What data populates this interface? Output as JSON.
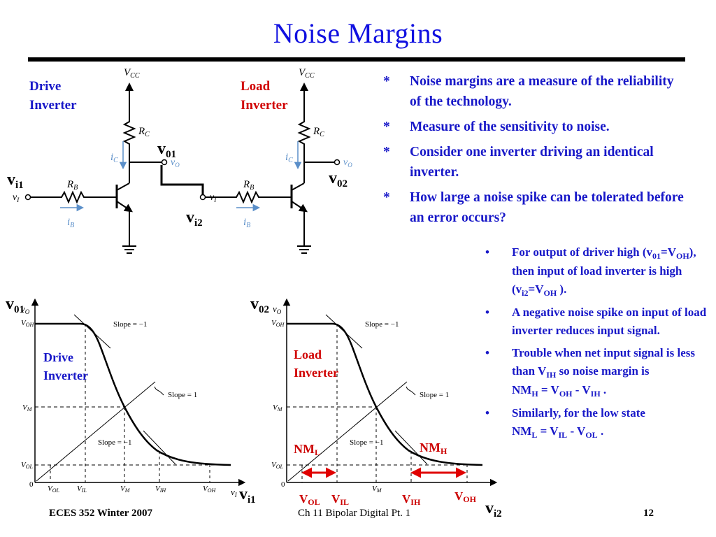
{
  "title": "Noise  Margins",
  "circuits": {
    "drive": {
      "label_line1": "Drive",
      "label_line2": "Inverter"
    },
    "load": {
      "label_line1": "Load",
      "label_line2": "Inverter"
    },
    "vcc": "V",
    "vcc_sub": "CC",
    "rc": "R",
    "rc_sub": "C",
    "rb": "R",
    "rb_sub": "B",
    "ic": "i",
    "ic_sub": "C",
    "ib": "i",
    "ib_sub": "B",
    "vo": "v",
    "vo_sub": "O",
    "vi": "v",
    "vi_sub": "I",
    "node_v01": {
      "main": "v",
      "sub": "01"
    },
    "node_vi1": {
      "main": "v",
      "sub": "i1"
    },
    "node_vi2": {
      "main": "v",
      "sub": "i2"
    },
    "node_v02": {
      "main": "v",
      "sub": "02"
    }
  },
  "main_bullets": [
    {
      "marker": "*",
      "text": "Noise margins are a measure of the reliability of the technology."
    },
    {
      "marker": "*",
      "text": "Measure of the sensitivity to noise."
    },
    {
      "marker": "*",
      "text": "Consider one inverter driving an identical inverter."
    },
    {
      "marker": "*",
      "text": "How large a noise spike can be tolerated before an error occurs?"
    }
  ],
  "sub_bullets": {
    "marker": "•",
    "b1": {
      "t1": "For output of driver high (v",
      "s1": "01",
      "t2": "=V",
      "s2": "OH",
      "t3": "), then input of load inverter is high (v",
      "s3": "i2",
      "t4": "=V",
      "s4": "OH",
      "t5": " )."
    },
    "b2": {
      "t1": "A negative noise spike on input of load inverter reduces input signal."
    },
    "b3": {
      "t1": "Trouble when net input signal is less than V",
      "s1": "IH",
      "t2": " so noise margin is",
      "t3": "NM",
      "s2": "H",
      "t4": " = V",
      "s3": "OH",
      "t5": " - V",
      "s4": "IH",
      "t6": " ."
    },
    "b4": {
      "t1": "Similarly, for the low state",
      "t2": "NM",
      "s1": "L",
      "t3": " = V",
      "s2": "IL",
      "t4": " - V",
      "s3": "OL",
      "t5": " ."
    }
  },
  "graphs": {
    "slope_neg": "Slope = −1",
    "slope_pos": "Slope = 1",
    "y_voh": "V",
    "y_voh_sub": "OH",
    "y_vm": "V",
    "y_vm_sub": "M",
    "y_vol": "V",
    "y_vol_sub": "OL",
    "origin": "0",
    "x_vol": "V",
    "x_vol_sub": "OL",
    "x_vil": "V",
    "x_vil_sub": "IL",
    "x_vm": "V",
    "x_vm_sub": "M",
    "x_vih": "V",
    "x_vih_sub": "IH",
    "x_voh": "V",
    "x_voh_sub": "OH",
    "axis_vo": "v",
    "axis_vo_sub": "O",
    "axis_vi": "v",
    "axis_vi_sub": "I",
    "drive_label1": "Drive",
    "drive_label2": "Inverter",
    "load_label1": "Load",
    "load_label2": "Inverter",
    "node_v01": {
      "main": "v",
      "sub": "01"
    },
    "node_v02": {
      "main": "v",
      "sub": "02"
    },
    "node_vi1": {
      "main": "v",
      "sub": "i1"
    },
    "node_vi2": {
      "main": "v",
      "sub": "i2"
    },
    "nml": {
      "main": "NM",
      "sub": "L"
    },
    "nmh": {
      "main": "NM",
      "sub": "H"
    },
    "red_vol": {
      "main": "V",
      "sub": "OL"
    },
    "red_vil": {
      "main": "V",
      "sub": "IL"
    },
    "red_vih": {
      "main": "V",
      "sub": "IH"
    },
    "red_voh": {
      "main": "V",
      "sub": "OH"
    }
  },
  "footer": {
    "left": "ECES 352   Winter 2007",
    "center": "Ch 11 Bipolar  Digital Pt. 1",
    "right": "12"
  },
  "colors": {
    "title": "#1010e0",
    "text_blue": "#1818c8",
    "red": "#d00000",
    "arrow_blue": "#5b8fc9"
  }
}
